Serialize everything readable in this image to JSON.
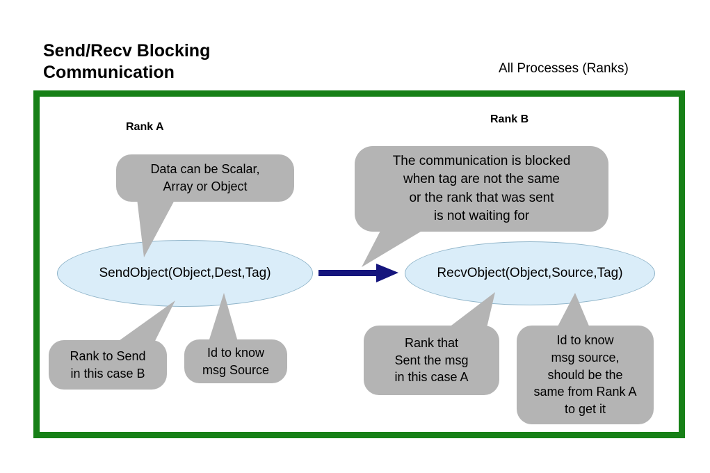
{
  "header": {
    "title": "Send/Recv Blocking\nCommunication",
    "right_label": "All Processes (Ranks)"
  },
  "diagram": {
    "rank_a": "Rank A",
    "rank_b": "Rank B",
    "send_call": "SendObject(Object,Dest,Tag)",
    "recv_call": "RecvObject(Object,Source,Tag)",
    "bubbles": {
      "data_type": "Data can be Scalar,\nArray or Object",
      "blocked": "The communication is blocked\nwhen tag are not the same\nor the rank that was sent\nis not waiting for",
      "rank_to_send": "Rank to Send\nin this case B",
      "id_to_know_send": "Id to know\nmsg Source",
      "rank_that_sent": "Rank that\nSent the msg\nin this  case A",
      "id_to_know_recv": "Id to know\nmsg source,\nshould be the\nsame from Rank A\nto get it"
    }
  },
  "colors": {
    "frame_green": "#178017",
    "bubble_gray": "#b4b4b4",
    "ellipse_blue": "#daedf9",
    "ellipse_border": "#8fb4c9",
    "arrow_navy": "#15157d"
  }
}
